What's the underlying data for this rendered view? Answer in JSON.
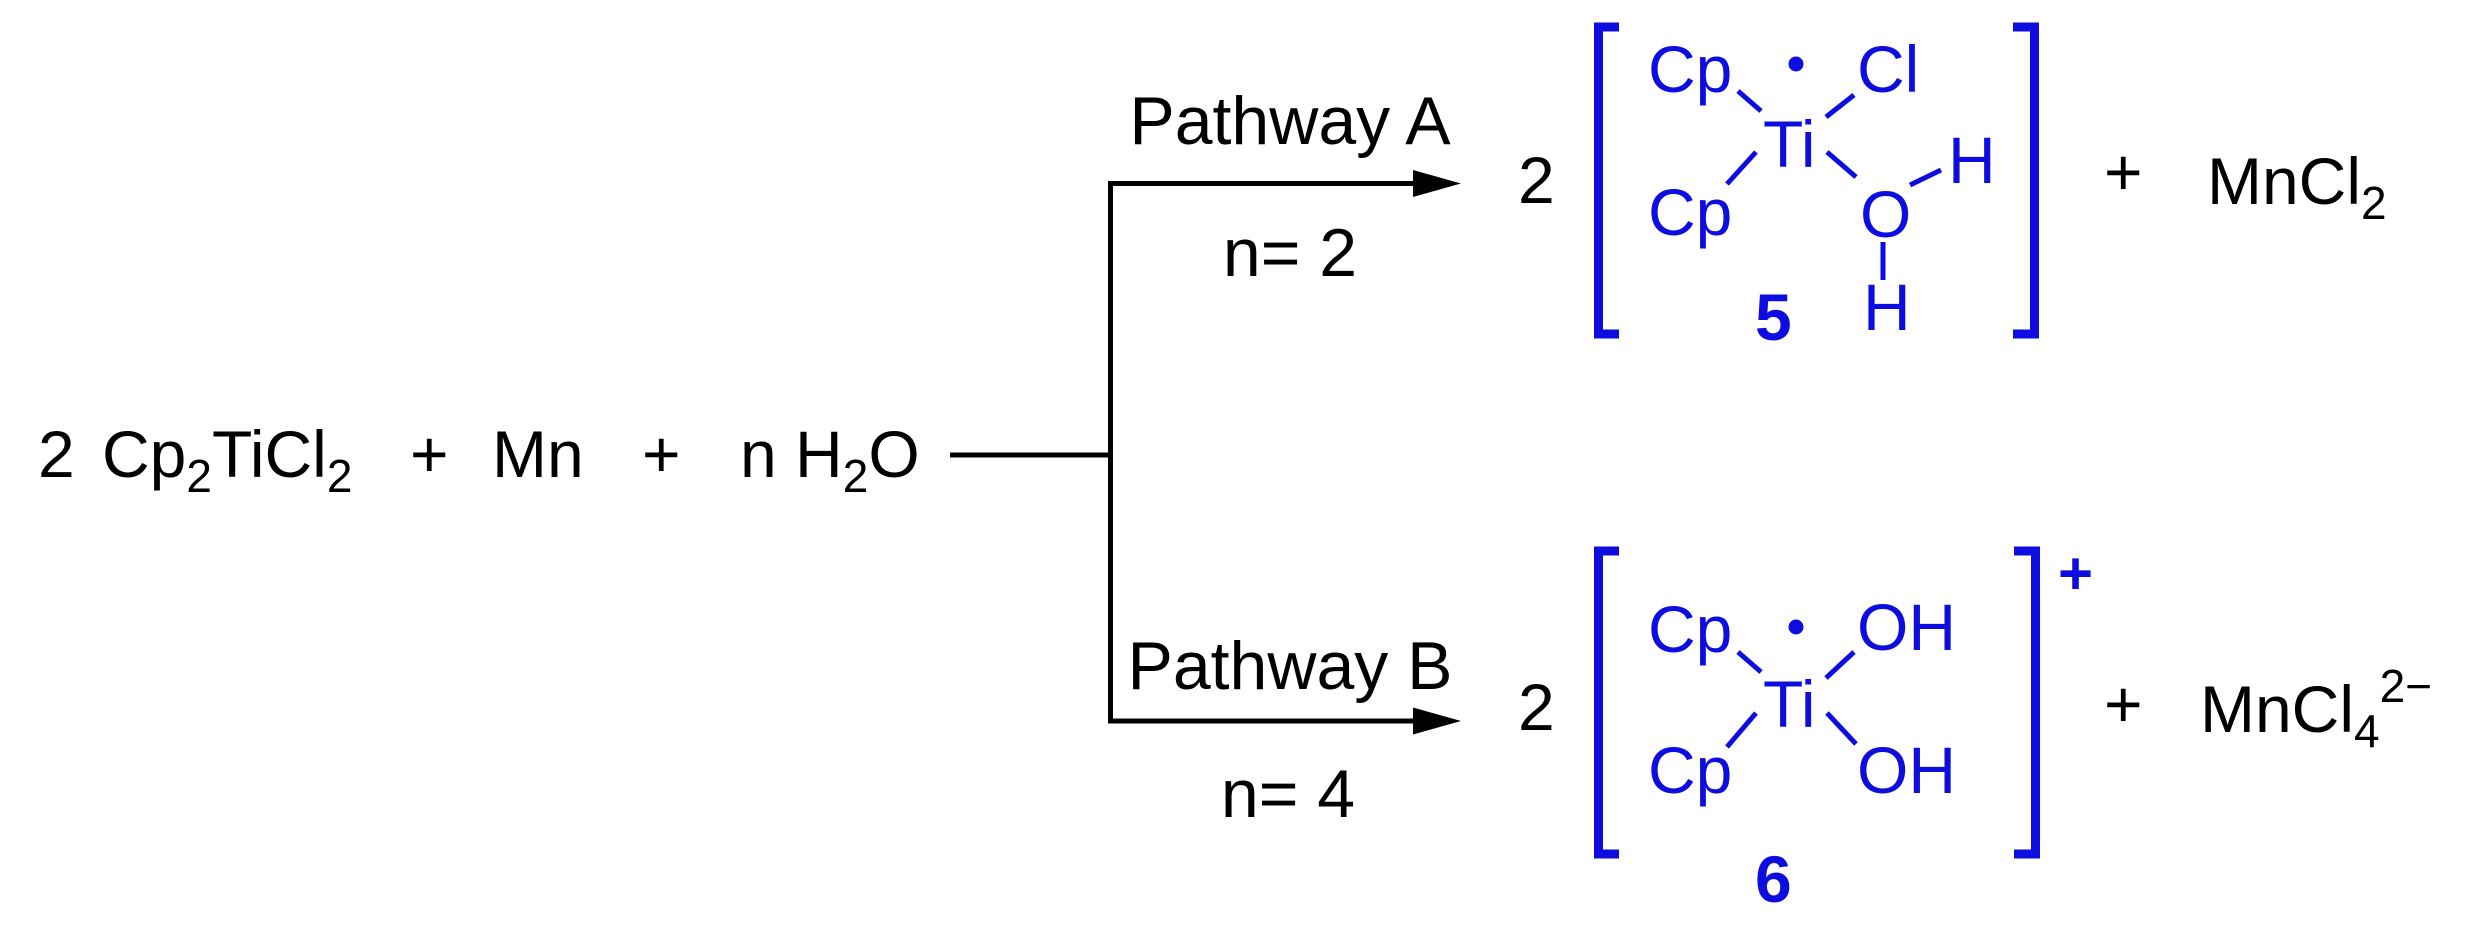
{
  "colors": {
    "blue": "#0d0de0",
    "black": "#000000",
    "background": "#ffffff"
  },
  "reactants": {
    "coefficient": "2",
    "cp2ticl2": {
      "main1": "Cp",
      "sub1": "2",
      "main2": "TiCl",
      "sub2": "2"
    },
    "plus_1": "+",
    "mn": "Mn",
    "plus_2": "+",
    "n_h2o": {
      "n": "n ",
      "h": "H",
      "sub": "2",
      "o": "O"
    }
  },
  "pathway_a": {
    "label": "Pathway A",
    "condition": "n= 2"
  },
  "pathway_b": {
    "label": "Pathway B",
    "condition": "n= 4"
  },
  "product_a": {
    "coefficient": "2",
    "complex": {
      "cp_top": "Cp",
      "radical_dot_icon": "filled-circle",
      "cl": "Cl",
      "ti": "Ti",
      "cp_bottom": "Cp",
      "o": "O",
      "h_upper": "H",
      "h_lower": "H",
      "label": "5"
    },
    "plus": "+",
    "byproduct": {
      "main": "MnCl",
      "sub": "2"
    }
  },
  "product_b": {
    "coefficient": "2",
    "complex": {
      "cp_top": "Cp",
      "radical_dot_icon": "filled-circle",
      "oh_top": "OH",
      "ti": "Ti",
      "cp_bottom": "Cp",
      "oh_bottom": "OH",
      "charge": "+",
      "label": "6"
    },
    "plus": "+",
    "byproduct": {
      "main": "MnCl",
      "sub": "4",
      "sup": "2−"
    }
  }
}
